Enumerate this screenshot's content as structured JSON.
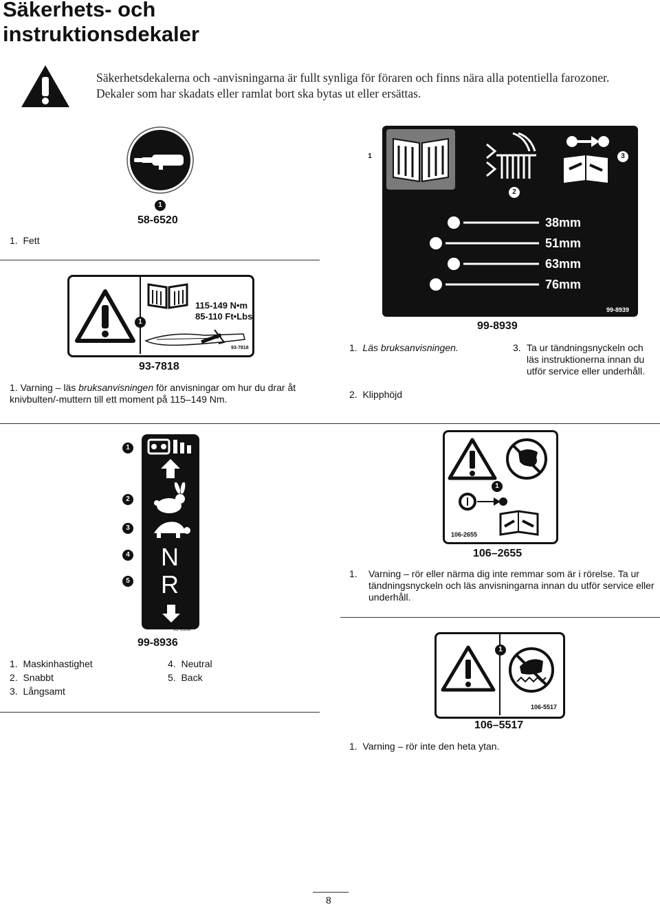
{
  "header": {
    "title_line1": "Säkerhets- och",
    "title_line2": "instruktionsdekaler",
    "intro": "Säkerhetsdekalerna och -anvisningarna är fullt synliga för föraren och finns nära alla potentiella farozoner. Dekaler som har skadats eller ramlat bort ska bytas ut eller ersättas."
  },
  "decal_58_6520": {
    "code": "58-6520",
    "callout": "1",
    "items": [
      {
        "num": "1.",
        "text": "Fett"
      }
    ]
  },
  "decal_93_7818": {
    "code": "93-7818",
    "small_code": "93-7818",
    "callout": "1",
    "torque_nm": "115-149 N•m",
    "torque_ftlbs": "85-110 Ft•Lbs",
    "items": [
      {
        "num": "1.",
        "pre": "Varning – läs ",
        "em": "bruksanvisningen",
        "post": " för anvisningar om hur du drar åt knivbulten/-muttern till ett moment på 115–149 Nm."
      }
    ]
  },
  "decal_99_8939": {
    "code": "99-8939",
    "small_code": "99-8939",
    "callouts": [
      "1",
      "2",
      "3"
    ],
    "heights": [
      "38mm",
      "51mm",
      "63mm",
      "76mm"
    ],
    "items": [
      {
        "num": "1.",
        "text": "Läs bruksanvisningen."
      },
      {
        "num": "2.",
        "text": "Klipphöjd"
      },
      {
        "num": "3.",
        "text": "Ta ur tändningsnyckeln och läs instruktionerna innan du utför service eller underhåll."
      }
    ]
  },
  "decal_99_8936": {
    "code": "99-8936",
    "small_code": "99-8936",
    "callouts": [
      "1",
      "2",
      "3",
      "4",
      "5"
    ],
    "letters": {
      "neutral": "N",
      "reverse": "R"
    },
    "items": [
      {
        "num": "1.",
        "text": "Maskinhastighet"
      },
      {
        "num": "2.",
        "text": "Snabbt"
      },
      {
        "num": "3.",
        "text": "Långsamt"
      },
      {
        "num": "4.",
        "text": "Neutral"
      },
      {
        "num": "5.",
        "text": "Back"
      }
    ]
  },
  "decal_106_2655": {
    "code": "106–2655",
    "small_code": "106-2655",
    "callout": "1",
    "items": [
      {
        "num": "1.",
        "text": "Varning – rör eller närma dig inte remmar som är i rörelse. Ta ur tändningsnyckeln och läs anvisningarna innan du utför service eller underhåll."
      }
    ]
  },
  "decal_106_5517": {
    "code": "106–5517",
    "small_code": "106-5517",
    "callout": "1",
    "items": [
      {
        "num": "1.",
        "text": "Varning – rör inte den heta ytan."
      }
    ]
  },
  "footer": {
    "page_number": "8"
  }
}
